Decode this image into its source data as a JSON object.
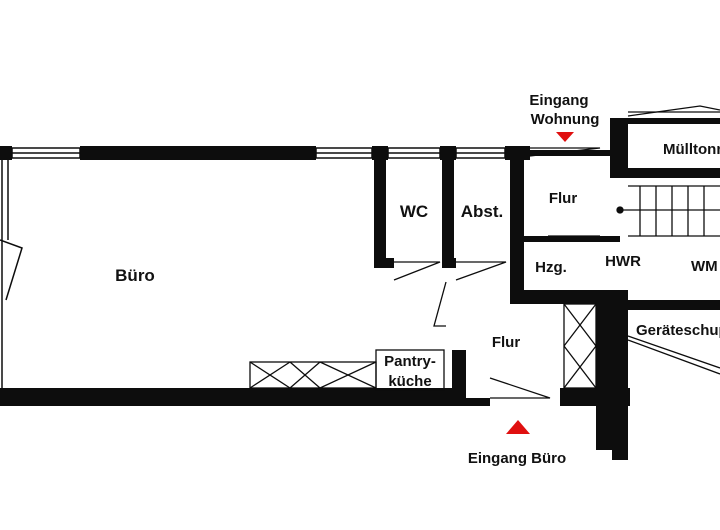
{
  "rooms": {
    "buero": "Büro",
    "wc": "WC",
    "abst": "Abst.",
    "flur_top": "Flur",
    "flur_bottom": "Flur",
    "pantry_line1": "Pantry-",
    "pantry_line2": "küche",
    "hzg": "Hzg.",
    "hwr": "HWR",
    "wm": "WM",
    "muelltonnen": "Mülltonnen",
    "geraeteschuppen": "Geräteschuppen"
  },
  "entrances": {
    "wohnung_line1": "Eingang",
    "wohnung_line2": "Wohnung",
    "buero": "Eingang Büro"
  },
  "colors": {
    "wall": "#0d0d0d",
    "marker": "#e01010",
    "background": "#ffffff"
  }
}
